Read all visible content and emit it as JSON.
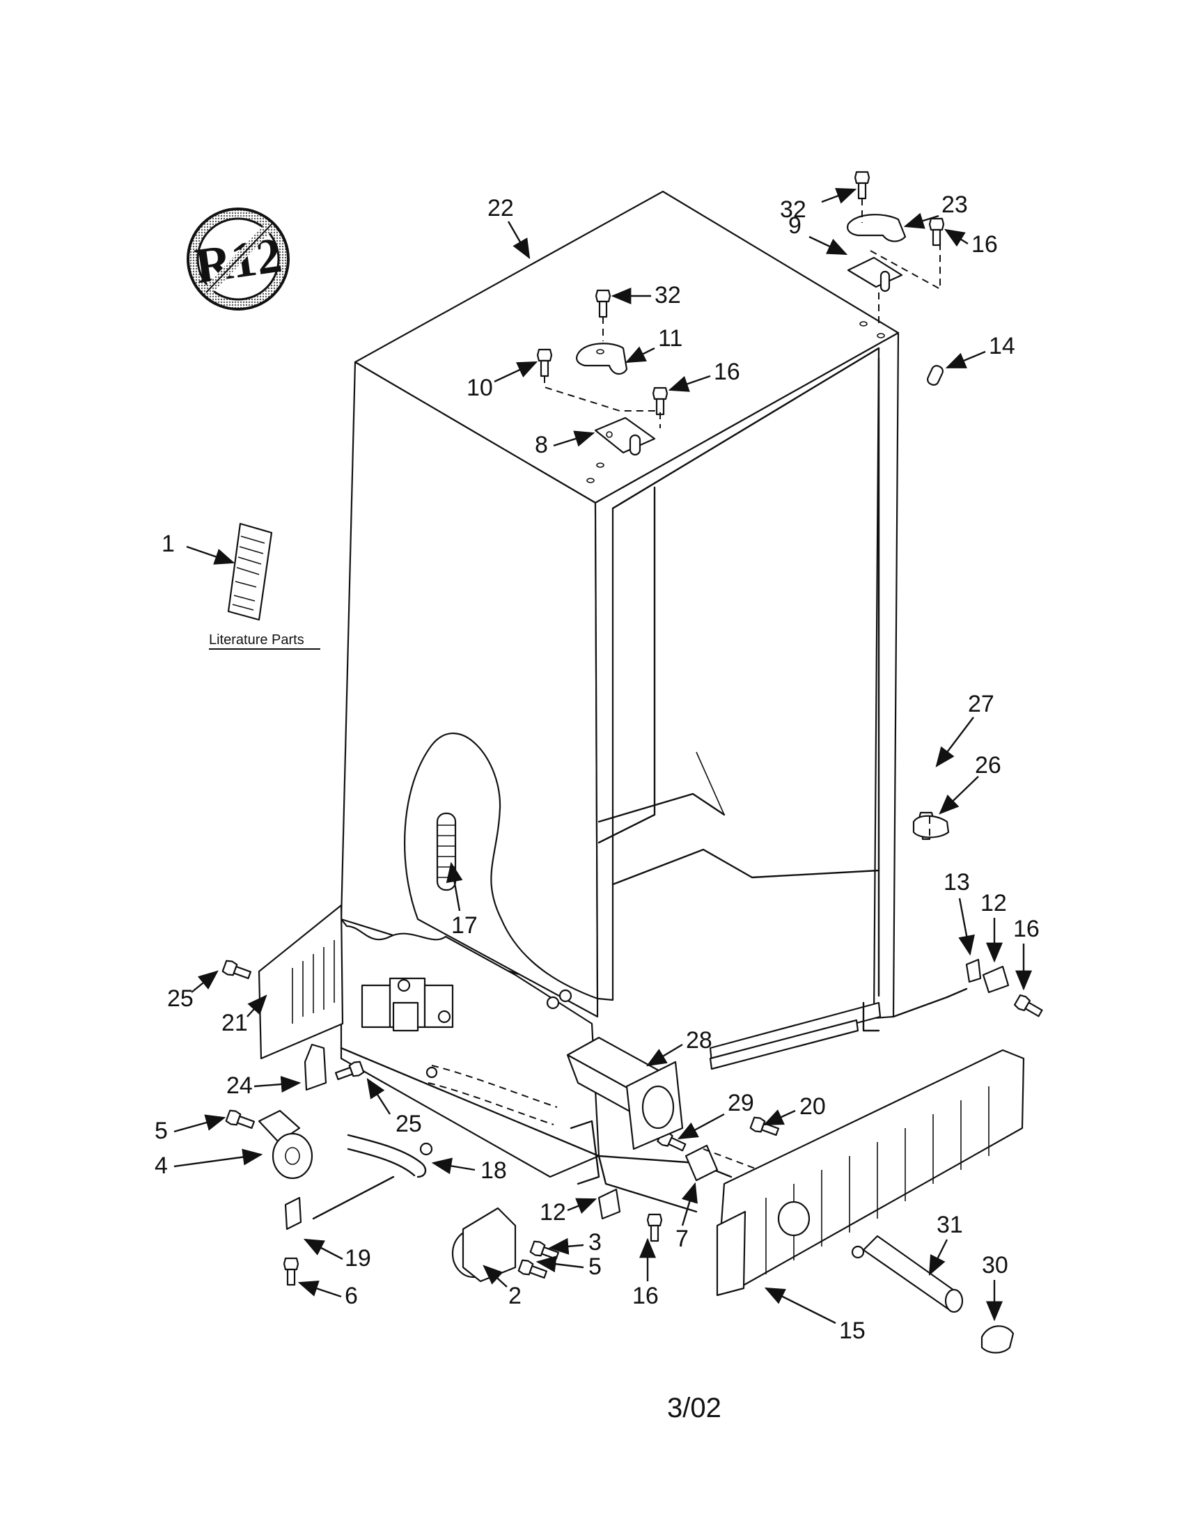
{
  "symbol": {
    "text": "R12",
    "meaning": "no-R12-symbol"
  },
  "literature": {
    "caption": "Literature Parts"
  },
  "date_code": "3/02",
  "callouts": [
    {
      "id": "c22",
      "label": "22"
    },
    {
      "id": "c32a",
      "label": "32"
    },
    {
      "id": "c23",
      "label": "23"
    },
    {
      "id": "c9",
      "label": "9"
    },
    {
      "id": "c16a",
      "label": "16"
    },
    {
      "id": "c32b",
      "label": "32"
    },
    {
      "id": "c11",
      "label": "11"
    },
    {
      "id": "c10",
      "label": "10"
    },
    {
      "id": "c16b",
      "label": "16"
    },
    {
      "id": "c14",
      "label": "14"
    },
    {
      "id": "c8",
      "label": "8"
    },
    {
      "id": "c1",
      "label": "1"
    },
    {
      "id": "c27",
      "label": "27"
    },
    {
      "id": "c26",
      "label": "26"
    },
    {
      "id": "c13",
      "label": "13"
    },
    {
      "id": "c12a",
      "label": "12"
    },
    {
      "id": "c16c",
      "label": "16"
    },
    {
      "id": "c17",
      "label": "17"
    },
    {
      "id": "c25a",
      "label": "25"
    },
    {
      "id": "c21",
      "label": "21"
    },
    {
      "id": "c28",
      "label": "28"
    },
    {
      "id": "c24",
      "label": "24"
    },
    {
      "id": "c25b",
      "label": "25"
    },
    {
      "id": "c29",
      "label": "29"
    },
    {
      "id": "c20",
      "label": "20"
    },
    {
      "id": "c5a",
      "label": "5"
    },
    {
      "id": "c4",
      "label": "4"
    },
    {
      "id": "c18",
      "label": "18"
    },
    {
      "id": "c12b",
      "label": "12"
    },
    {
      "id": "c31",
      "label": "31"
    },
    {
      "id": "c3",
      "label": "3"
    },
    {
      "id": "c19",
      "label": "19"
    },
    {
      "id": "c30",
      "label": "30"
    },
    {
      "id": "c7",
      "label": "7"
    },
    {
      "id": "c5b",
      "label": "5"
    },
    {
      "id": "c2",
      "label": "2"
    },
    {
      "id": "c16d",
      "label": "16"
    },
    {
      "id": "c6",
      "label": "6"
    },
    {
      "id": "c15",
      "label": "15"
    }
  ]
}
